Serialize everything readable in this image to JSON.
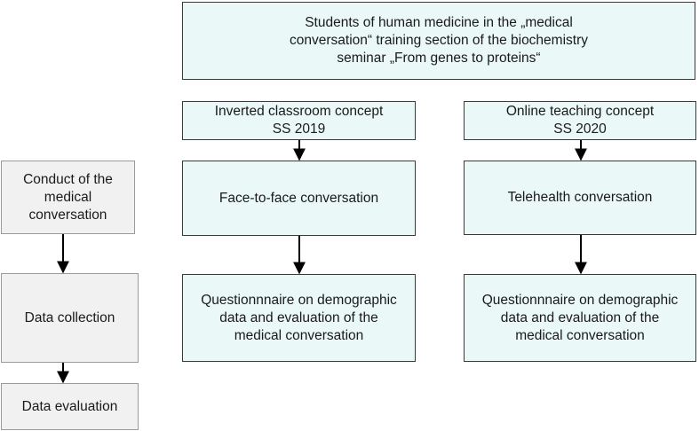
{
  "nodes": {
    "top": "Students of human medicine in the „medical\nconversation“ training section of the biochemistry\nseminar „From genes to proteins“",
    "concept_inverted": "Inverted classroom concept\nSS 2019",
    "concept_online": "Online teaching concept\nSS 2020",
    "face_to_face": "Face-to-face conversation",
    "telehealth": "Telehealth conversation",
    "questionnaire_left": "Questionnnaire on demographic\ndata and evaluation of the\nmedical conversation",
    "questionnaire_right": "Questionnnaire on demographic\ndata and evaluation of the\nmedical conversation",
    "stage_conduct": "Conduct of the\nmedical\nconversation",
    "stage_collection": "Data collection",
    "stage_evaluation": "Data evaluation"
  },
  "colors": {
    "process_fill": "#eaf8f8",
    "stage_fill": "#f1f1f1",
    "border": "#3a3a3a",
    "arrow": "#000000"
  }
}
